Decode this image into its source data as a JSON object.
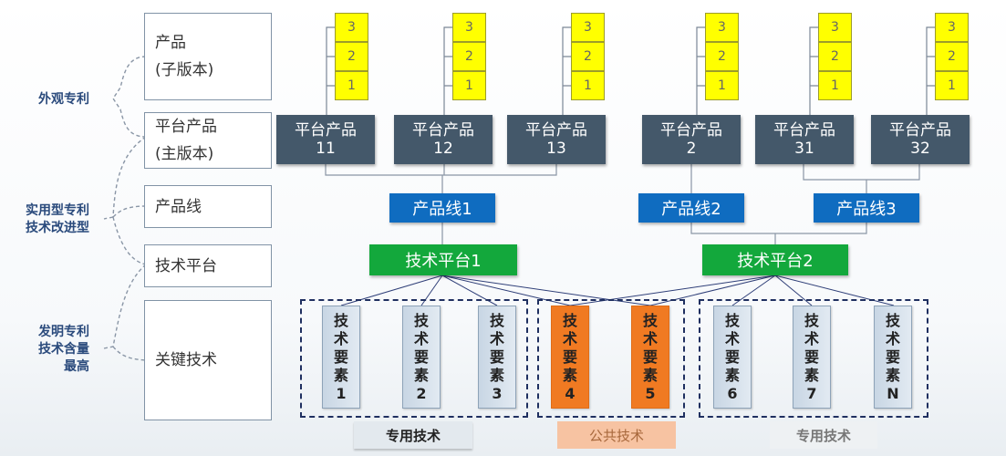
{
  "categories": {
    "appearance": [
      "外观专利"
    ],
    "utility": [
      "实用型专利",
      "技术改进型"
    ],
    "invention": [
      "发明专利",
      "技术含量",
      "最高"
    ]
  },
  "levels": {
    "product": [
      "产品",
      "(子版本)"
    ],
    "platform_product": [
      "平台产品",
      "(主版本)"
    ],
    "product_line": "产品线",
    "tech_platform": "技术平台",
    "key_tech": "关键技术"
  },
  "version_stacks": [
    [
      "3",
      "2",
      "1"
    ],
    [
      "3",
      "2",
      "1"
    ],
    [
      "3",
      "2",
      "1"
    ],
    [
      "3",
      "2",
      "1"
    ],
    [
      "3",
      "2",
      "1"
    ],
    [
      "3",
      "2",
      "1"
    ]
  ],
  "platform_products": [
    {
      "title": "平台产品",
      "num": "11"
    },
    {
      "title": "平台产品",
      "num": "12"
    },
    {
      "title": "平台产品",
      "num": "13"
    },
    {
      "title": "平台产品",
      "num": "2"
    },
    {
      "title": "平台产品",
      "num": "31"
    },
    {
      "title": "平台产品",
      "num": "32"
    }
  ],
  "product_lines": [
    "产品线1",
    "产品线2",
    "产品线3"
  ],
  "tech_platforms": [
    "技术平台1",
    "技术平台2"
  ],
  "tech_elements": [
    {
      "chars": [
        "技",
        "术",
        "要",
        "素",
        "1"
      ],
      "type": "private"
    },
    {
      "chars": [
        "技",
        "术",
        "要",
        "素",
        "2"
      ],
      "type": "private"
    },
    {
      "chars": [
        "技",
        "术",
        "要",
        "素",
        "3"
      ],
      "type": "private"
    },
    {
      "chars": [
        "技",
        "术",
        "要",
        "素",
        "4"
      ],
      "type": "public"
    },
    {
      "chars": [
        "技",
        "术",
        "要",
        "素",
        "5"
      ],
      "type": "public"
    },
    {
      "chars": [
        "技",
        "术",
        "要",
        "素",
        "6"
      ],
      "type": "private"
    },
    {
      "chars": [
        "技",
        "术",
        "要",
        "素",
        "7"
      ],
      "type": "private"
    },
    {
      "chars": [
        "技",
        "术",
        "要",
        "素",
        "N"
      ],
      "type": "private"
    }
  ],
  "group_labels": [
    "专用技术",
    "公共技术",
    "专用技术"
  ],
  "colors": {
    "version_box": "#ffff00",
    "platform_product": "#44586a",
    "product_line": "#0f6cc0",
    "tech_platform": "#13a83c",
    "public_tech": "#f07a22",
    "private_tech": "#d6e1eb",
    "category_text": "#2a4a7c"
  }
}
